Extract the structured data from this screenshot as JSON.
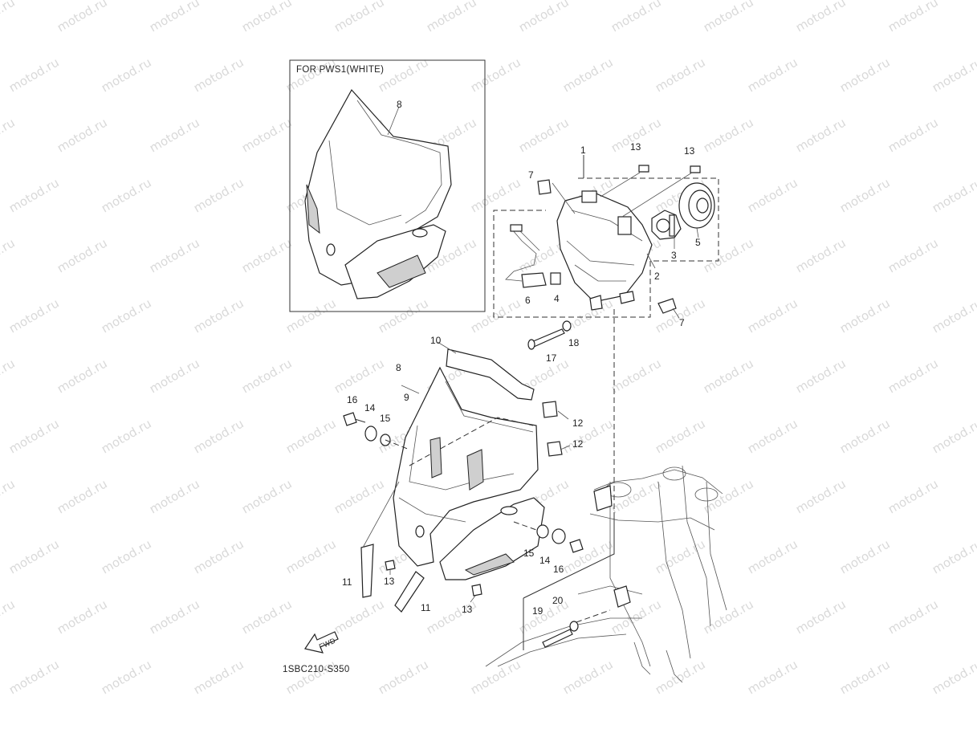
{
  "watermark": "motod.ru",
  "inset_caption": "FOR PWS1(WHITE)",
  "diagram_code": "1SBC210-S350",
  "fwd_label": "FWD",
  "callouts": [
    {
      "id": "c1",
      "text": "1"
    },
    {
      "id": "c2",
      "text": "2"
    },
    {
      "id": "c3",
      "text": "3"
    },
    {
      "id": "c4",
      "text": "4"
    },
    {
      "id": "c5",
      "text": "5"
    },
    {
      "id": "c6",
      "text": "6"
    },
    {
      "id": "c7a",
      "text": "7"
    },
    {
      "id": "c7b",
      "text": "7"
    },
    {
      "id": "c8a",
      "text": "8"
    },
    {
      "id": "c8b",
      "text": "8"
    },
    {
      "id": "c9",
      "text": "9"
    },
    {
      "id": "c10",
      "text": "10"
    },
    {
      "id": "c11a",
      "text": "11"
    },
    {
      "id": "c11b",
      "text": "11"
    },
    {
      "id": "c12a",
      "text": "12"
    },
    {
      "id": "c12b",
      "text": "12"
    },
    {
      "id": "c13a",
      "text": "13"
    },
    {
      "id": "c13b",
      "text": "13"
    },
    {
      "id": "c13c",
      "text": "13"
    },
    {
      "id": "c13d",
      "text": "13"
    },
    {
      "id": "c14a",
      "text": "14"
    },
    {
      "id": "c14b",
      "text": "14"
    },
    {
      "id": "c15a",
      "text": "15"
    },
    {
      "id": "c15b",
      "text": "15"
    },
    {
      "id": "c16a",
      "text": "16"
    },
    {
      "id": "c16b",
      "text": "16"
    },
    {
      "id": "c17",
      "text": "17"
    },
    {
      "id": "c18",
      "text": "18"
    },
    {
      "id": "c19",
      "text": "19"
    },
    {
      "id": "c20",
      "text": "20"
    }
  ]
}
